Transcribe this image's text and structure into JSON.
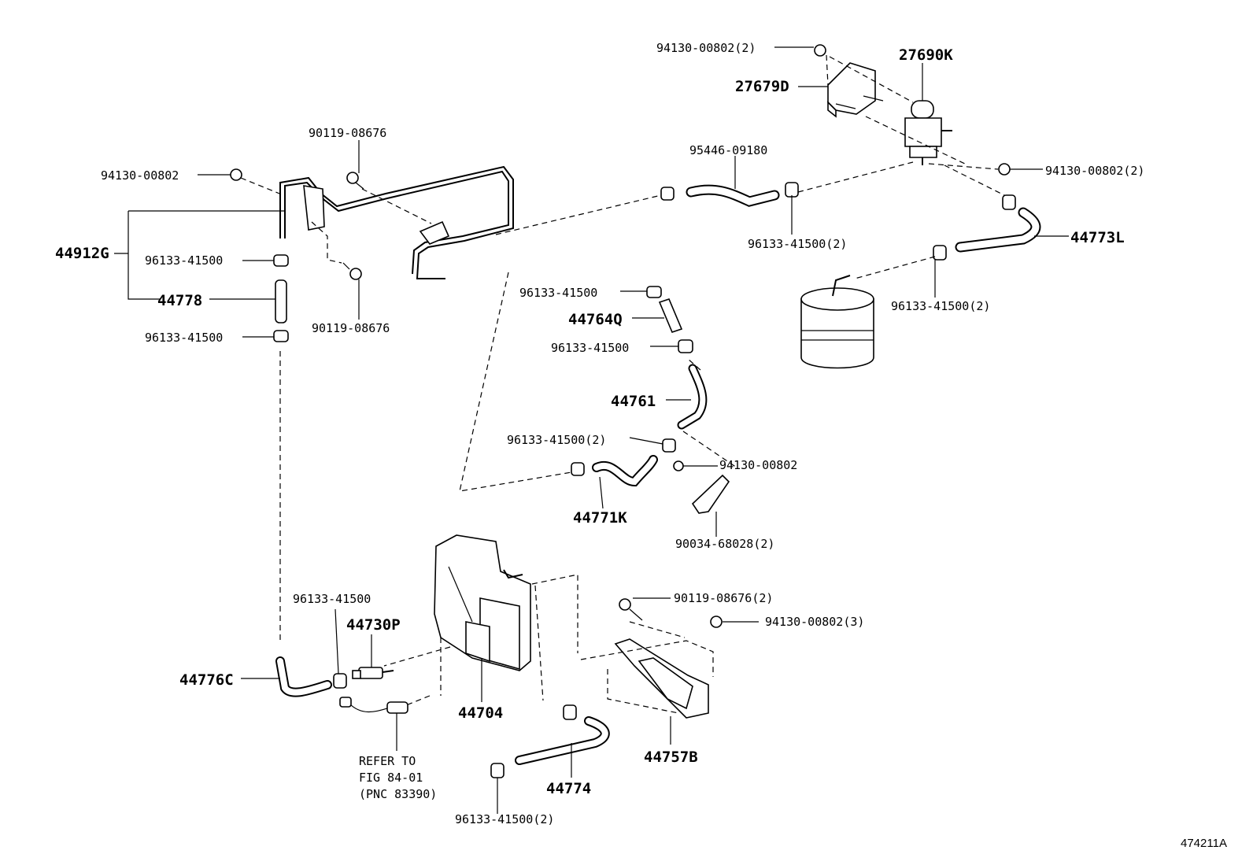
{
  "labels": {
    "l_9413000802_tr": "94130-00802(2)",
    "l_27690k": "27690K",
    "l_27679d": "27679D",
    "l_9011908676_top": "90119-08676",
    "l_9413000802_left": "94130-00802",
    "l_9544609180": "95446-09180",
    "l_9413000802_right": "94130-00802(2)",
    "l_44912g": "44912G",
    "l_9613341500_a": "96133-41500",
    "l_9613341500_mid2": "96133-41500(2)",
    "l_44773l": "44773L",
    "l_44778": "44778",
    "l_9011908676_bot": "90119-08676",
    "l_9613341500_b": "96133-41500",
    "l_9613341500_c": "96133-41500",
    "l_44764q": "44764Q",
    "l_9613341500_canister": "96133-41500(2)",
    "l_9613341500_d": "96133-41500",
    "l_44761": "44761",
    "l_9613341500_e": "96133-41500(2)",
    "l_9413000802_f": "94130-00802",
    "l_44771k": "44771K",
    "l_9003468028": "90034-68028(2)",
    "l_9011908676_g": "90119-08676(2)",
    "l_9613341500_g": "96133-41500",
    "l_9413000802_g": "94130-00802(3)",
    "l_44730p": "44730P",
    "l_44776c": "44776C",
    "l_44704": "44704",
    "l_44757b": "44757B",
    "l_refer1": "REFER TO",
    "l_refer2": "FIG 84-01",
    "l_refer3": "(PNC 83390)",
    "l_44774": "44774",
    "l_9613341500_h": "96133-41500(2)",
    "l_figno": "474211A"
  }
}
